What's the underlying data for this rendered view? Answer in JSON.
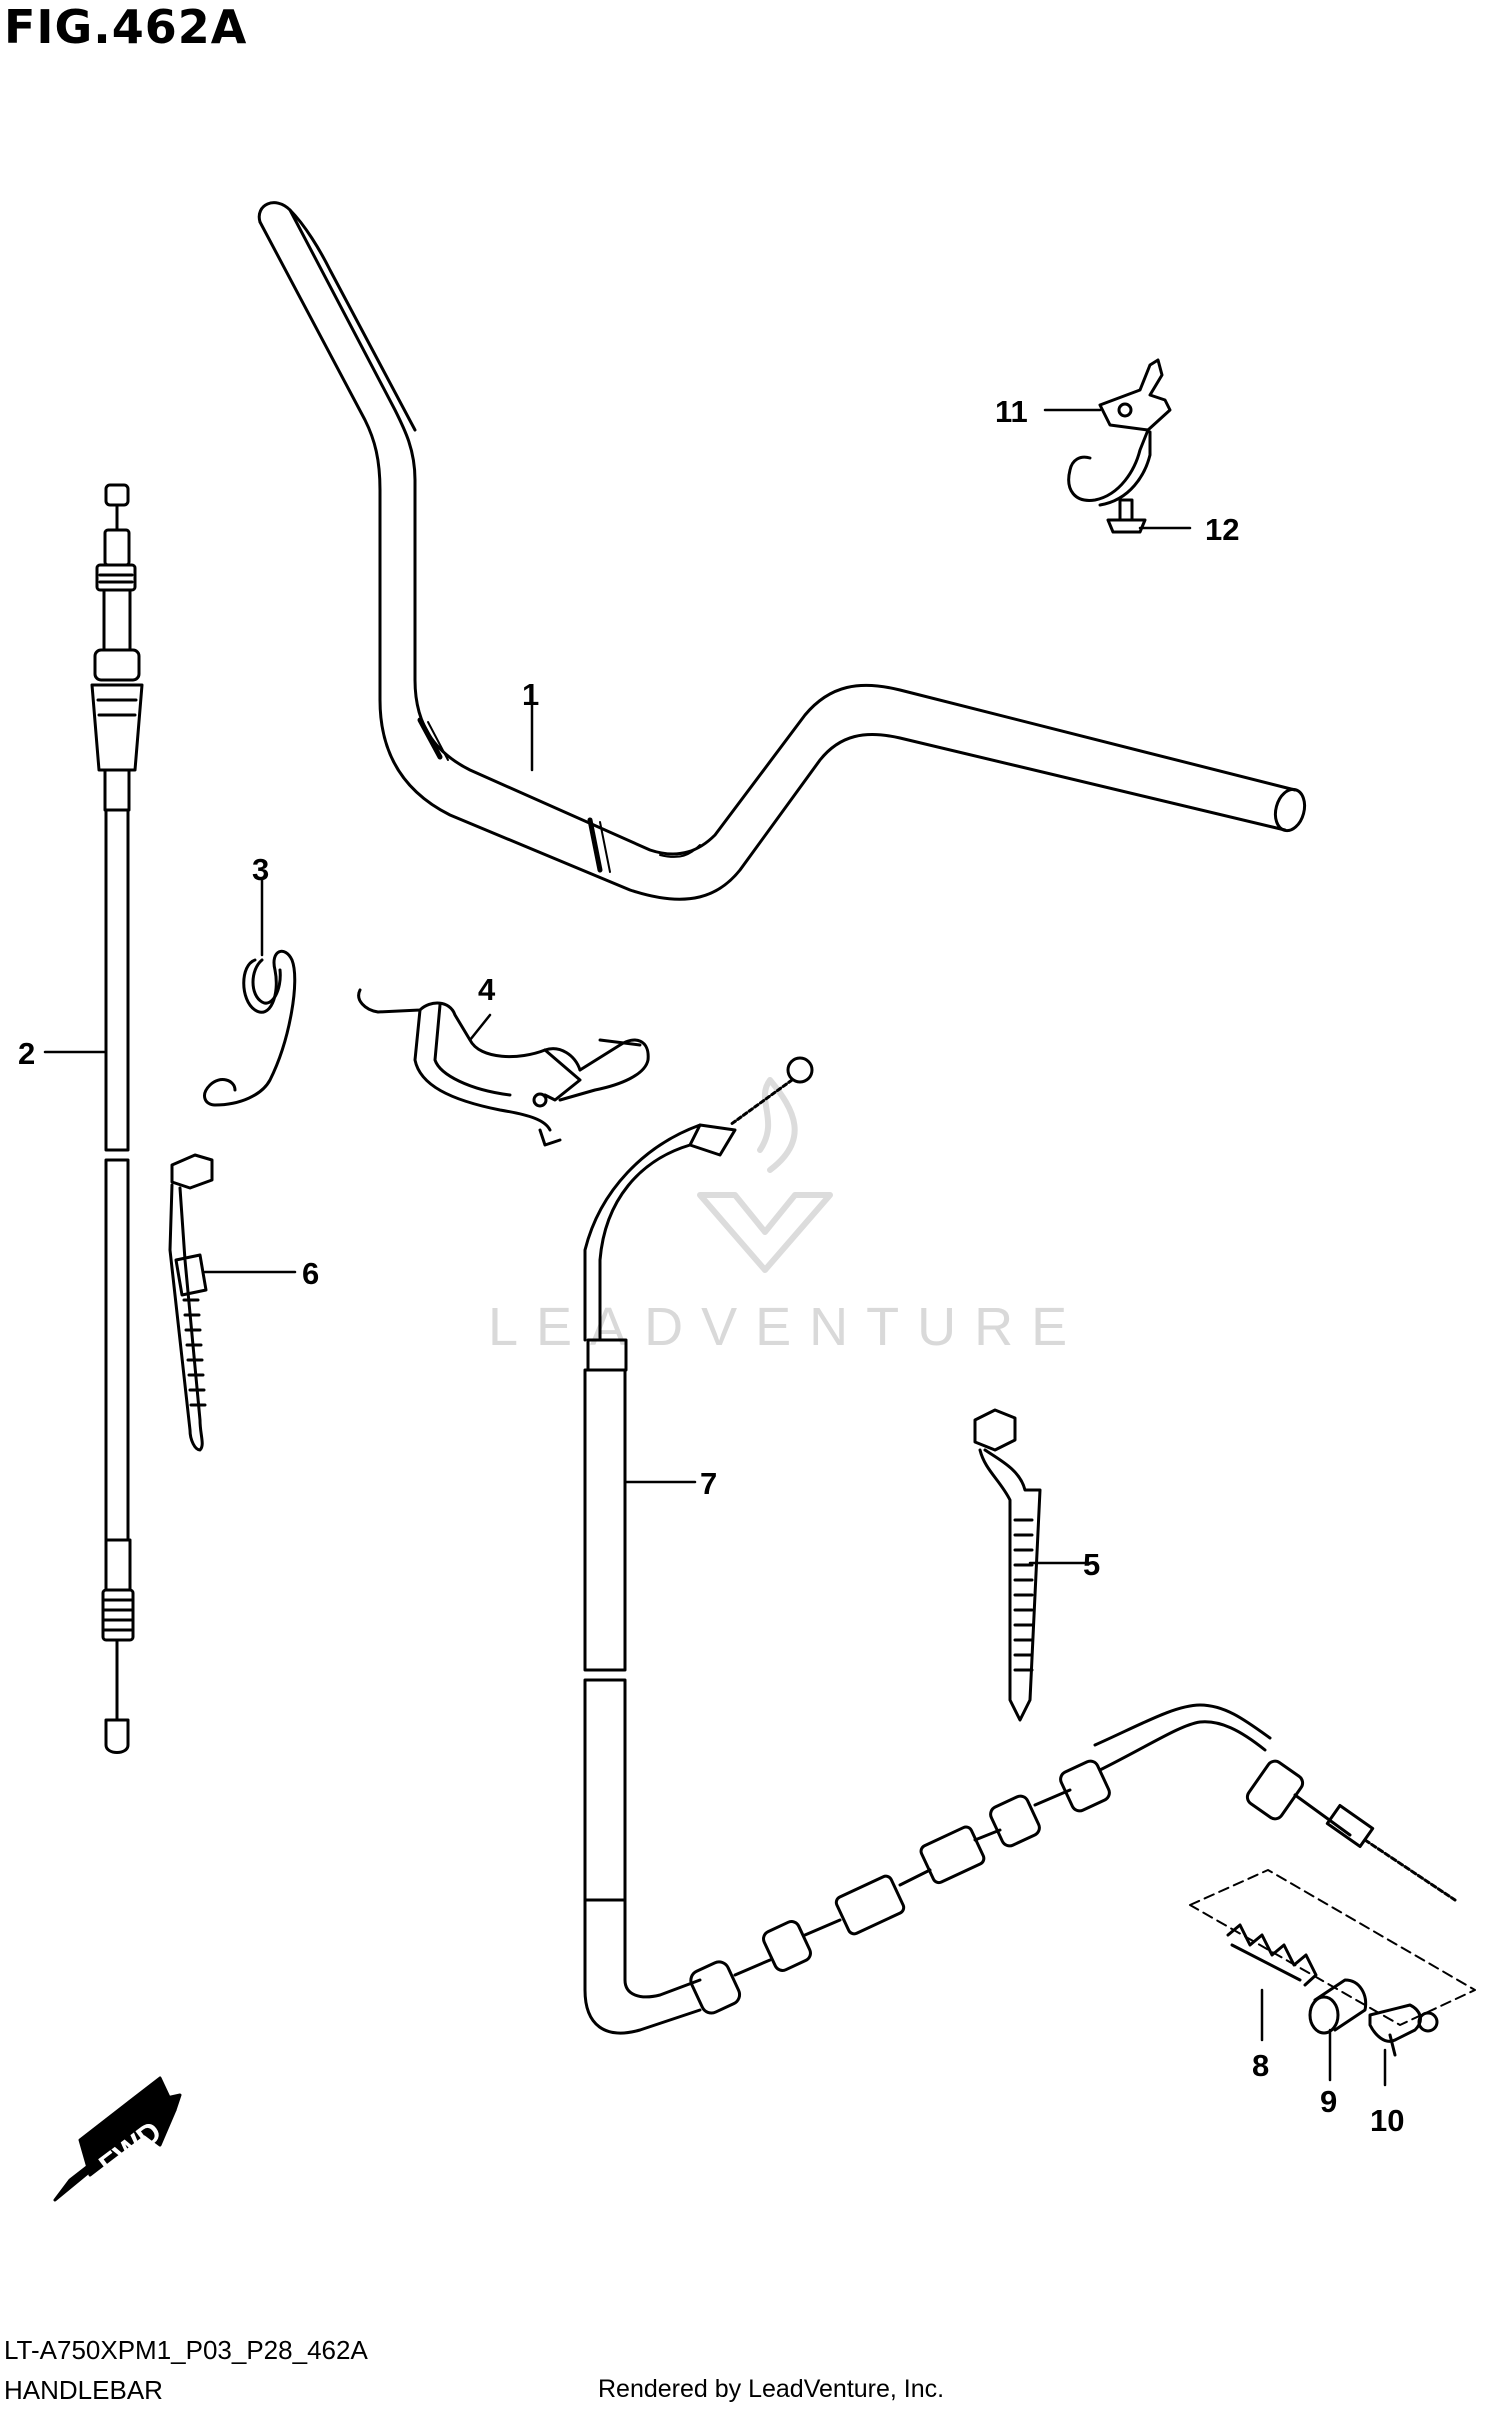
{
  "figure": {
    "title": "FIG.462A",
    "model_code": "LT-A750XPM1_P03_P28_462A",
    "section_name": "HANDLEBAR",
    "rendered_by": "Rendered by LeadVenture, Inc."
  },
  "watermark": {
    "text": "LEADVENTURE"
  },
  "direction_arrow": {
    "label": "FWD"
  },
  "callouts": [
    "1",
    "2",
    "3",
    "4",
    "5",
    "6",
    "7",
    "8",
    "9",
    "10",
    "11",
    "12"
  ],
  "colors": {
    "line": "#000000",
    "background": "#ffffff",
    "watermark": "#d9d9d9"
  }
}
